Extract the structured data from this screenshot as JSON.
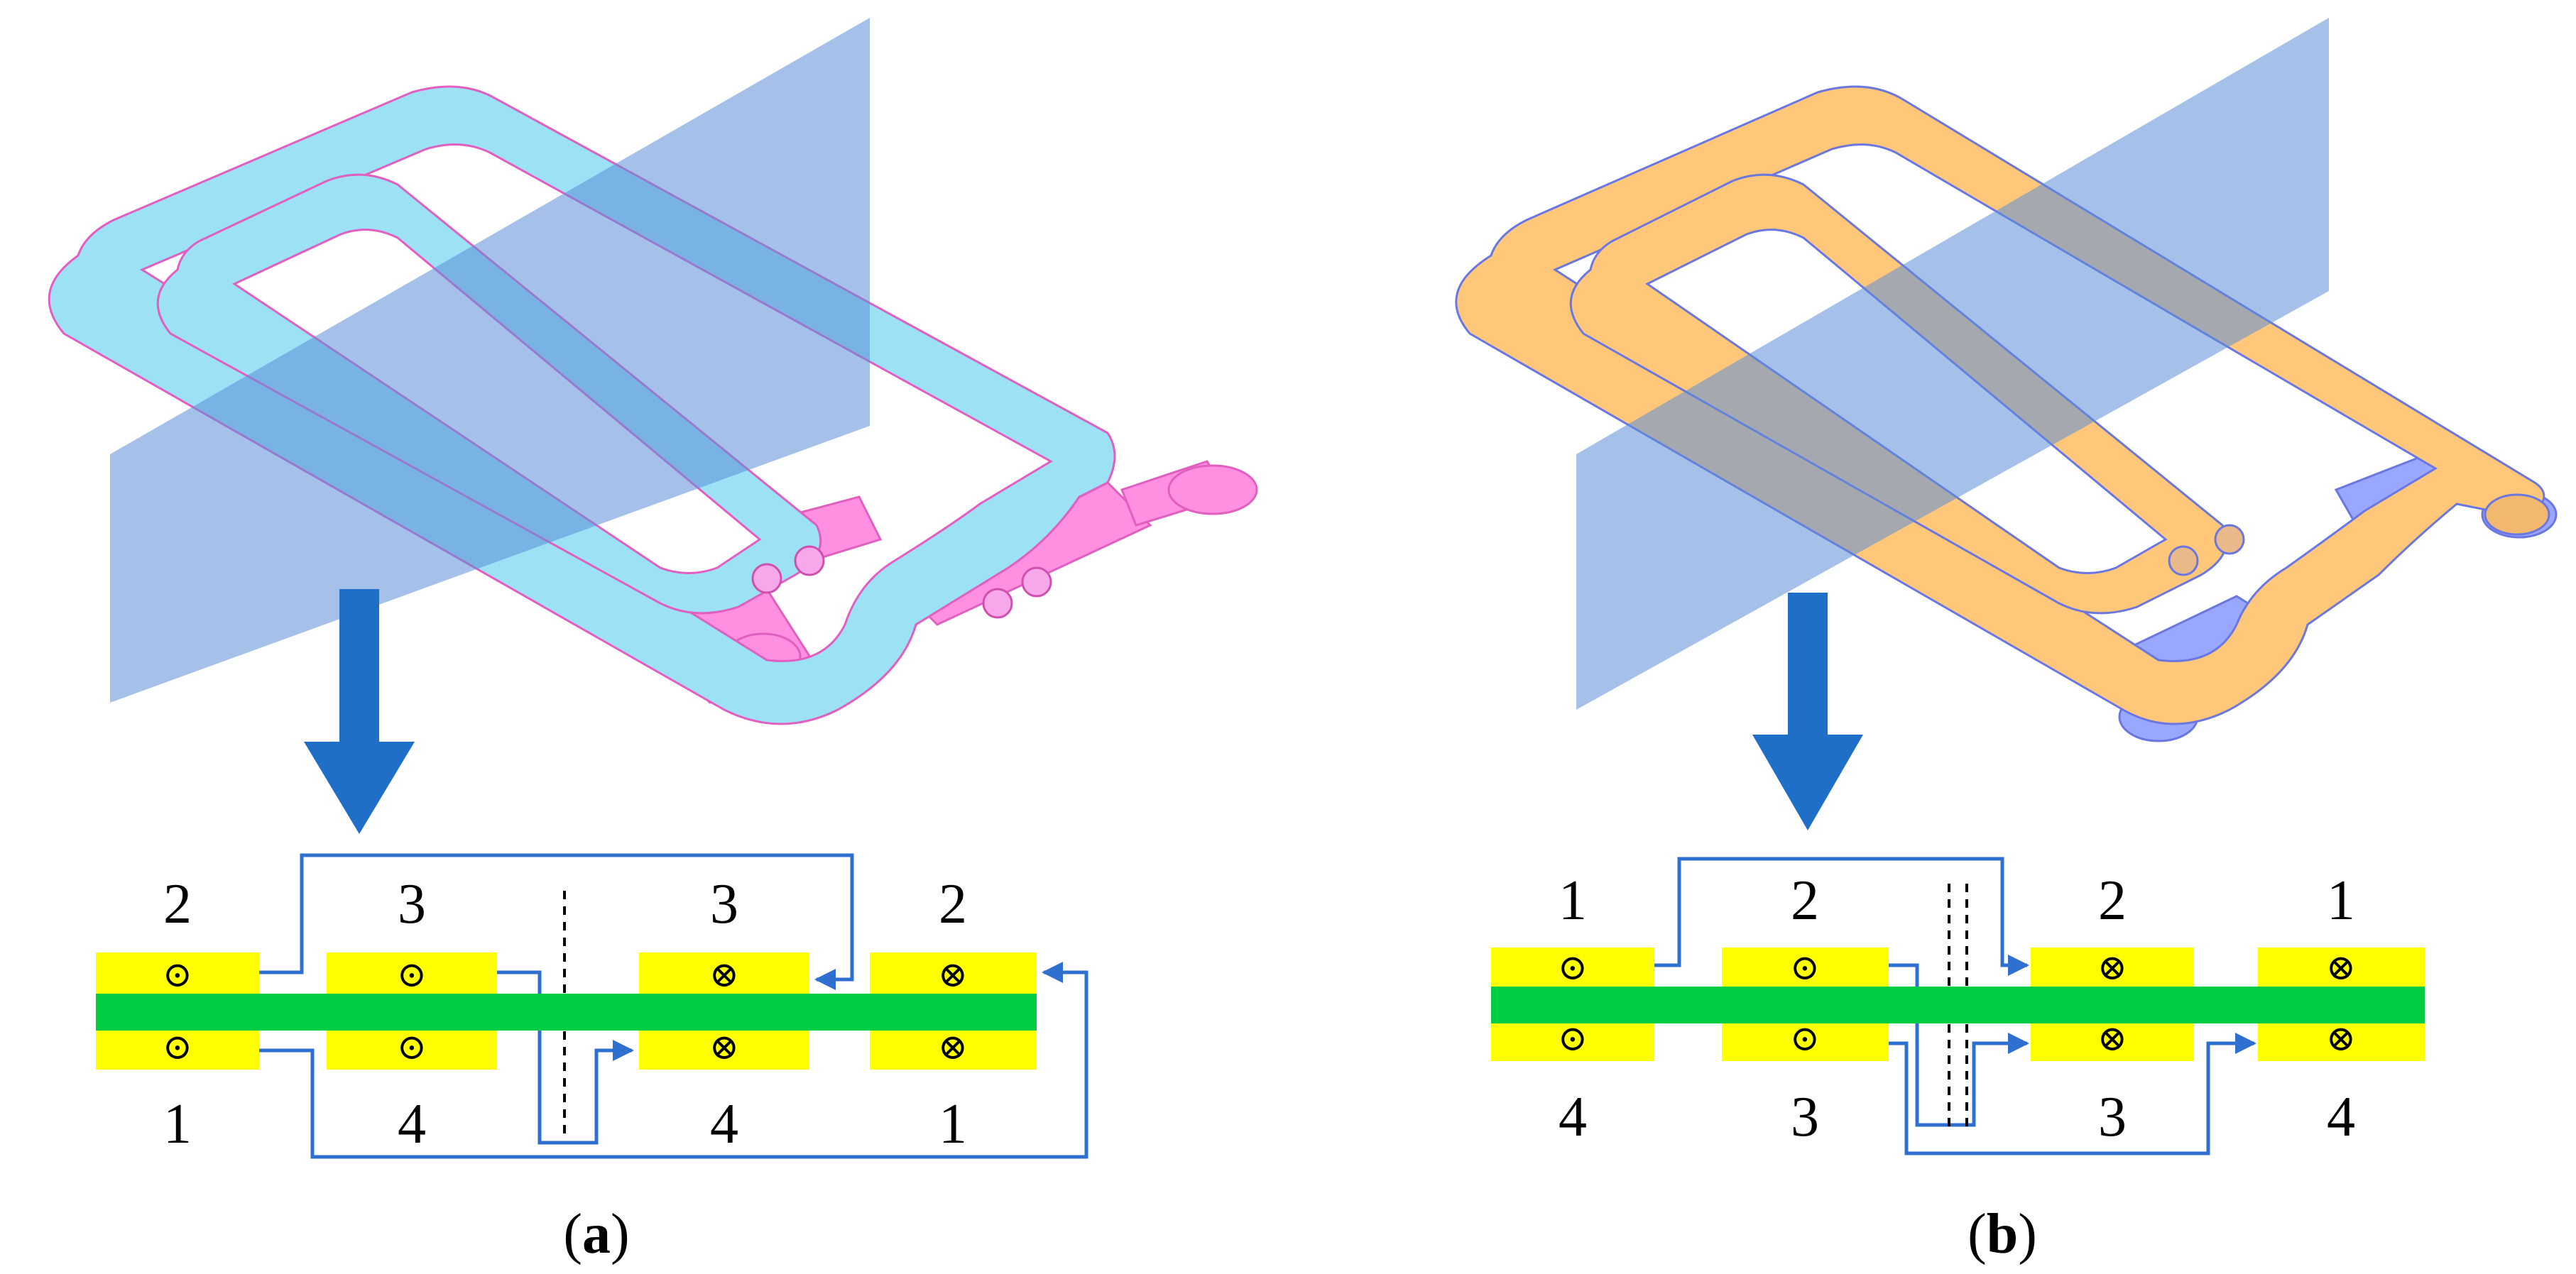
{
  "panels": [
    {
      "id": "a",
      "caption_open": "(",
      "caption_letter": "a",
      "caption_close": ")",
      "top_labels": [
        "2",
        "3",
        "3",
        "2"
      ],
      "bottom_labels": [
        "1",
        "4",
        "4",
        "1"
      ],
      "top_symbols": [
        "⊙",
        "⊙",
        "⊗",
        "⊗"
      ],
      "bottom_symbols": [
        "⊙",
        "⊙",
        "⊗",
        "⊗"
      ],
      "coil_color": "#9de1f5",
      "underlayer_color": "#ff8fe0"
    },
    {
      "id": "b",
      "caption_open": "(",
      "caption_letter": "b",
      "caption_close": ")",
      "top_labels": [
        "1",
        "2",
        "2",
        "1"
      ],
      "bottom_labels": [
        "4",
        "3",
        "3",
        "4"
      ],
      "top_symbols": [
        "⊙",
        "⊙",
        "⊗",
        "⊗"
      ],
      "bottom_symbols": [
        "⊙",
        "⊙",
        "⊗",
        "⊗"
      ],
      "coil_color": "#ffc77a",
      "underlayer_color": "#9aa7ff"
    }
  ],
  "colors": {
    "plane": "#5b8ed8",
    "arrow": "#1f6fc8",
    "pad": "#ffff00",
    "core": "#00cc44",
    "wire": "#2f6fd0"
  }
}
